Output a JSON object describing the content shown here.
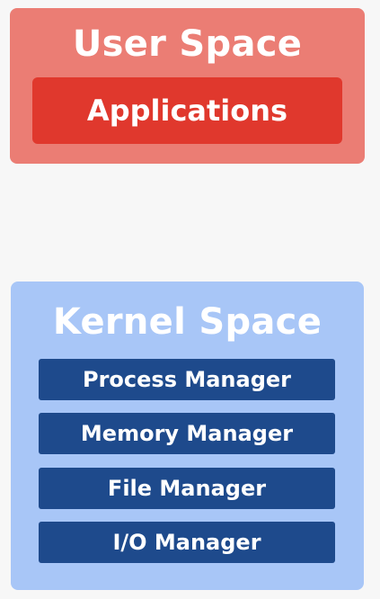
{
  "user_space": {
    "title": "User Space",
    "applications": "Applications"
  },
  "kernel_space": {
    "title": "Kernel Space",
    "managers": [
      "Process Manager",
      "Memory Manager",
      "File Manager",
      "I/O Manager"
    ]
  },
  "colors": {
    "user_panel": "#eb7d74",
    "applications_box": "#e0382d",
    "kernel_panel": "#a8c6f7",
    "manager_box": "#1e4a8c",
    "background": "#f7f7f7"
  }
}
